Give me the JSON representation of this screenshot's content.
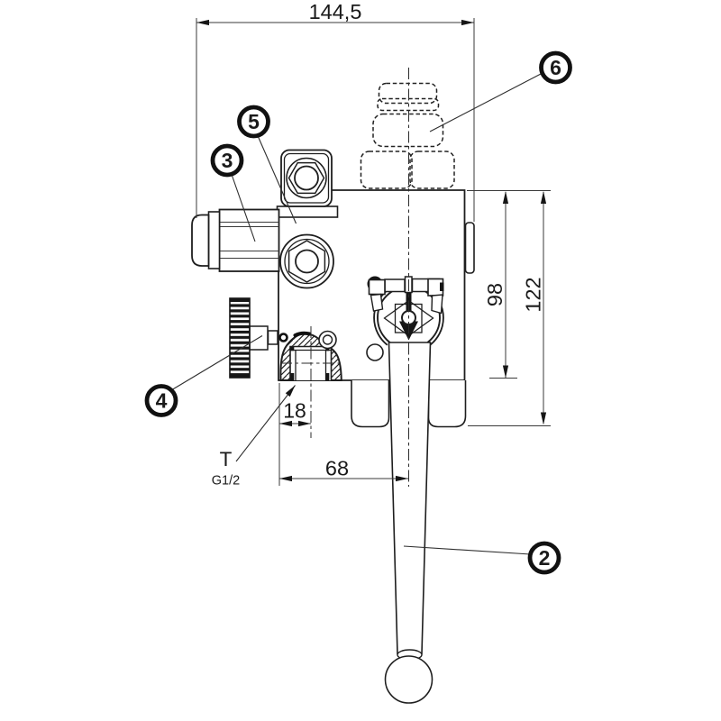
{
  "drawing": {
    "dimensions": {
      "overall_width": "144,5",
      "body_height": "98",
      "overall_height": "122",
      "port_offset": "18",
      "lever_offset": "68"
    },
    "port": {
      "label": "T",
      "thread": "G1/2"
    },
    "callouts": {
      "c2": "2",
      "c3": "3",
      "c4": "4",
      "c5": "5",
      "c6": "6"
    },
    "colors": {
      "line": "#1d1d1b",
      "background": "#ffffff"
    }
  }
}
